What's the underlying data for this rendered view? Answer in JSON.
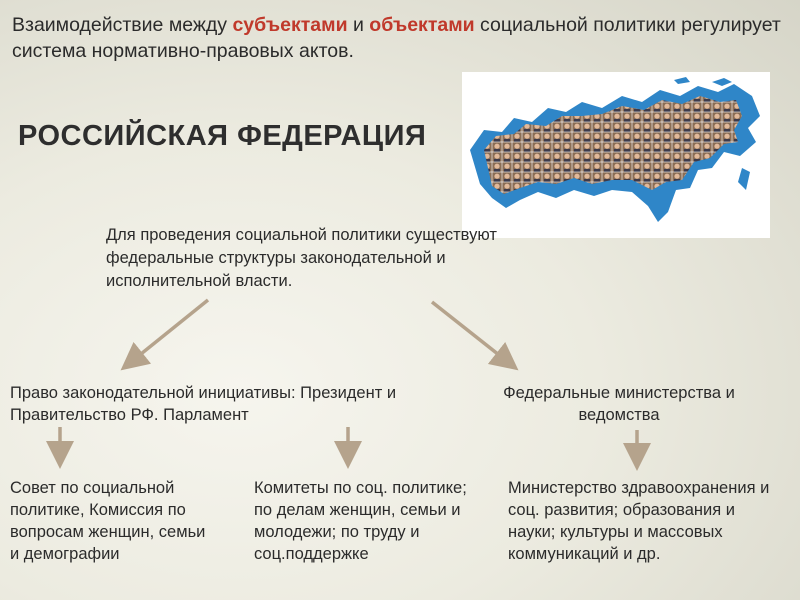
{
  "intro": {
    "part1": "Взаимодействие между ",
    "highlight1": "субъектами",
    "part2": " и ",
    "highlight2": "объектами",
    "part3": " социальной политики регулирует система нормативно-правовых актов."
  },
  "title": "РОССИЙСКАЯ ФЕДЕРАЦИЯ",
  "subtitle": "Для проведения социальной политики существуют федеральные структуры законодательной и исполнительной власти.",
  "branches": {
    "left": "Право законодательной инициативы: Президент и Правительство РФ. Парламент",
    "right": "Федеральные министерства и ведомства"
  },
  "leaves": [
    "Совет по социальной политике, Комиссия по вопросам женщин, семьи и демографии",
    "Комитеты по соц. политике; по делам женщин, семьи и молодежи; по труду и соц.поддержке",
    "Министерство здравоохранения и соц. развития; образования и науки; культуры и массовых коммуникаций и др."
  ],
  "colors": {
    "accent": "#c0392b",
    "arrow": "#b5a38c",
    "map_blue": "#2f86c8"
  }
}
